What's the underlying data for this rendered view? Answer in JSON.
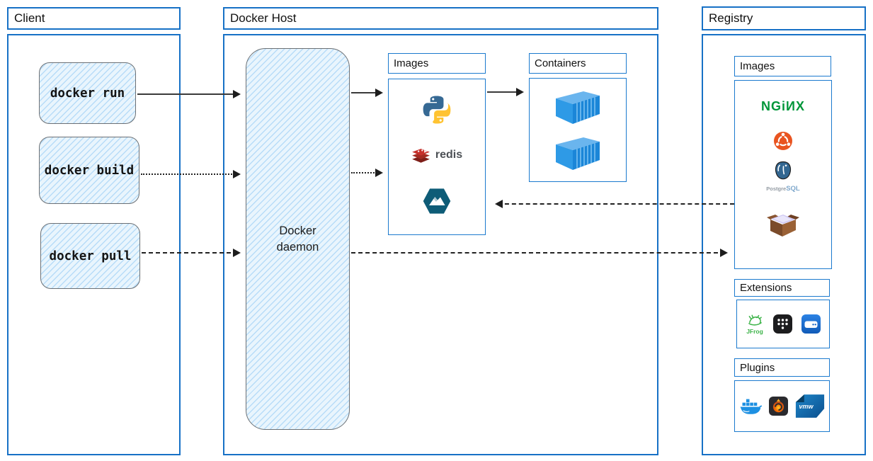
{
  "client": {
    "title": "Client",
    "commands": [
      {
        "label": "docker run"
      },
      {
        "label": "docker build"
      },
      {
        "label": "docker pull"
      }
    ]
  },
  "docker_host": {
    "title": "Docker Host",
    "daemon_label": "Docker daemon",
    "images_section": {
      "title": "Images",
      "items": [
        "python",
        "redis",
        "mountain-hexagon"
      ]
    },
    "containers_section": {
      "title": "Containers",
      "container_count": 2
    }
  },
  "registry": {
    "title": "Registry",
    "images_section": {
      "title": "Images",
      "items": [
        "nginx",
        "ubuntu",
        "postgresql",
        "busybox"
      ]
    },
    "extensions_section": {
      "title": "Extensions",
      "items": [
        "jfrog",
        "app-grid",
        "disk-drive"
      ]
    },
    "plugins_section": {
      "title": "Plugins",
      "items": [
        "docker",
        "grafana",
        "vmware"
      ]
    }
  },
  "logo_text": {
    "nginx": "NGiИX",
    "redis": "redis",
    "postgresql_part1": "Postgre",
    "postgresql_part2": "SQL",
    "jfrog": "JFrog",
    "vmware": "vmw"
  },
  "arrows": [
    {
      "id": "run-to-daemon",
      "style": "solid",
      "from": "docker run",
      "to": "Docker daemon"
    },
    {
      "id": "daemon-to-host-images",
      "style": "solid",
      "from": "Docker daemon",
      "to": "Images"
    },
    {
      "id": "images-to-containers",
      "style": "solid",
      "from": "Images",
      "to": "Containers"
    },
    {
      "id": "build-to-daemon",
      "style": "dotted",
      "from": "docker build",
      "to": "Docker daemon"
    },
    {
      "id": "daemon-to-host-images-dotted",
      "style": "dotted",
      "from": "Docker daemon",
      "to": "Images"
    },
    {
      "id": "registry-images-to-host-images",
      "style": "dashed",
      "from": "Registry Images",
      "to": "Host Images"
    },
    {
      "id": "pull-to-daemon",
      "style": "dashed",
      "from": "docker pull",
      "to": "Docker daemon"
    },
    {
      "id": "daemon-to-registry",
      "style": "dashed",
      "from": "Docker daemon",
      "to": "Registry Images"
    }
  ],
  "colors": {
    "box_border_blue": "#1771c6",
    "sketch_fill": "#eaf5fd",
    "sketch_hatch": "#8dc7f3",
    "arrow_black": "#1d1d1d",
    "nginx_green": "#009639",
    "ubuntu_orange": "#e95420",
    "redis_red": "#c6302b",
    "container_blue": "#1d8fe1",
    "python_blue": "#366994",
    "python_yellow": "#ffc331",
    "hexagon_teal": "#0e5c77",
    "postgresql_blue": "#336791",
    "jfrog_green": "#3eb44a",
    "vmware_blue": "#0f6fb4",
    "grafana_orange": "#f46800"
  }
}
